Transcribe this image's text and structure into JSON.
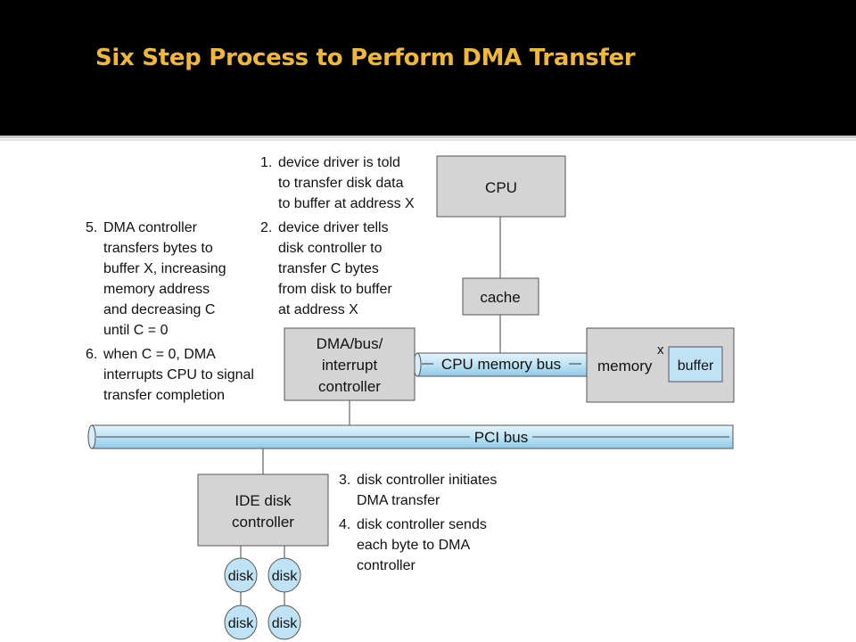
{
  "header": {
    "title": "Six Step Process to Perform DMA Transfer"
  },
  "diagram": {
    "cpu_label": "CPU",
    "cache_label": "cache",
    "dma_label_lines": [
      "DMA/bus/",
      "interrupt",
      "controller"
    ],
    "cpu_memory_bus_label": "CPU memory bus",
    "memory_label": "memory",
    "buffer_label": "buffer",
    "x_marker": "x",
    "pci_bus_label": "PCI bus",
    "ide_label_lines": [
      "IDE disk",
      "controller"
    ],
    "disk_label": "disk",
    "colors": {
      "box_fill": "#d4d4d4",
      "bus_fill": "#bfe3f5",
      "disk_fill": "#bfe3f5",
      "title_color": "#f0b838"
    }
  },
  "steps": {
    "step1": {
      "num": "1.",
      "lines": [
        "device driver is told",
        "to transfer disk data",
        "to buffer at address X"
      ]
    },
    "step2": {
      "num": "2.",
      "lines": [
        "device driver tells",
        "disk controller to",
        "transfer C bytes",
        "from disk to buffer",
        "at address X"
      ]
    },
    "step3": {
      "num": "3.",
      "lines": [
        "disk controller initiates",
        "DMA transfer"
      ]
    },
    "step4": {
      "num": "4.",
      "lines": [
        "disk controller sends",
        "each byte to DMA",
        "controller"
      ]
    },
    "step5": {
      "num": "5.",
      "lines": [
        "DMA controller",
        "transfers bytes to",
        "buffer X, increasing",
        "memory address",
        "and decreasing C",
        "until C = 0"
      ]
    },
    "step6": {
      "num": "6.",
      "lines": [
        "when C = 0, DMA",
        "interrupts CPU to signal",
        "transfer completion"
      ]
    }
  }
}
